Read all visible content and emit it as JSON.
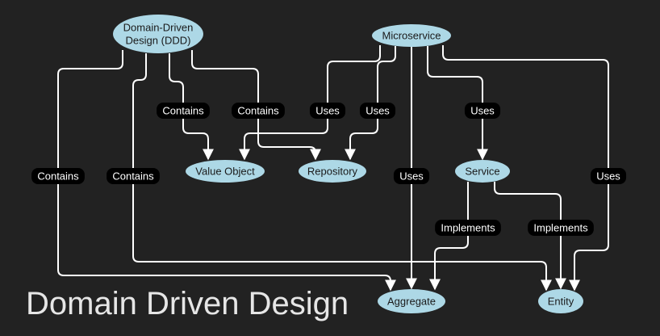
{
  "title": "Domain Driven Design",
  "colors": {
    "background": "#222222",
    "node_fill": "#add8e6",
    "node_text": "#1a1a1a",
    "edge": "#ffffff",
    "edge_label_bg": "#000000",
    "edge_label_text": "#ffffff",
    "title": "#e6e6e6"
  },
  "nodes": {
    "ddd": {
      "lines": [
        "Domain-Driven",
        "Design (DDD)"
      ]
    },
    "microservice": {
      "lines": [
        "Microservice"
      ]
    },
    "value_object": {
      "lines": [
        "Value Object"
      ]
    },
    "repository": {
      "lines": [
        "Repository"
      ]
    },
    "service": {
      "lines": [
        "Service"
      ]
    },
    "aggregate": {
      "lines": [
        "Aggregate"
      ]
    },
    "entity": {
      "lines": [
        "Entity"
      ]
    }
  },
  "edges": [
    {
      "from": "ddd",
      "to": "aggregate",
      "label": "Contains"
    },
    {
      "from": "ddd",
      "to": "entity",
      "label": "Contains"
    },
    {
      "from": "ddd",
      "to": "value_object",
      "label": "Contains"
    },
    {
      "from": "ddd",
      "to": "repository",
      "label": "Contains"
    },
    {
      "from": "microservice",
      "to": "value_object",
      "label": "Uses"
    },
    {
      "from": "microservice",
      "to": "repository",
      "label": "Uses"
    },
    {
      "from": "microservice",
      "to": "aggregate",
      "label": "Uses"
    },
    {
      "from": "microservice",
      "to": "service",
      "label": "Uses"
    },
    {
      "from": "microservice",
      "to": "entity",
      "label": "Uses"
    },
    {
      "from": "service",
      "to": "aggregate",
      "label": "Implements"
    },
    {
      "from": "service",
      "to": "entity",
      "label": "Implements"
    }
  ]
}
